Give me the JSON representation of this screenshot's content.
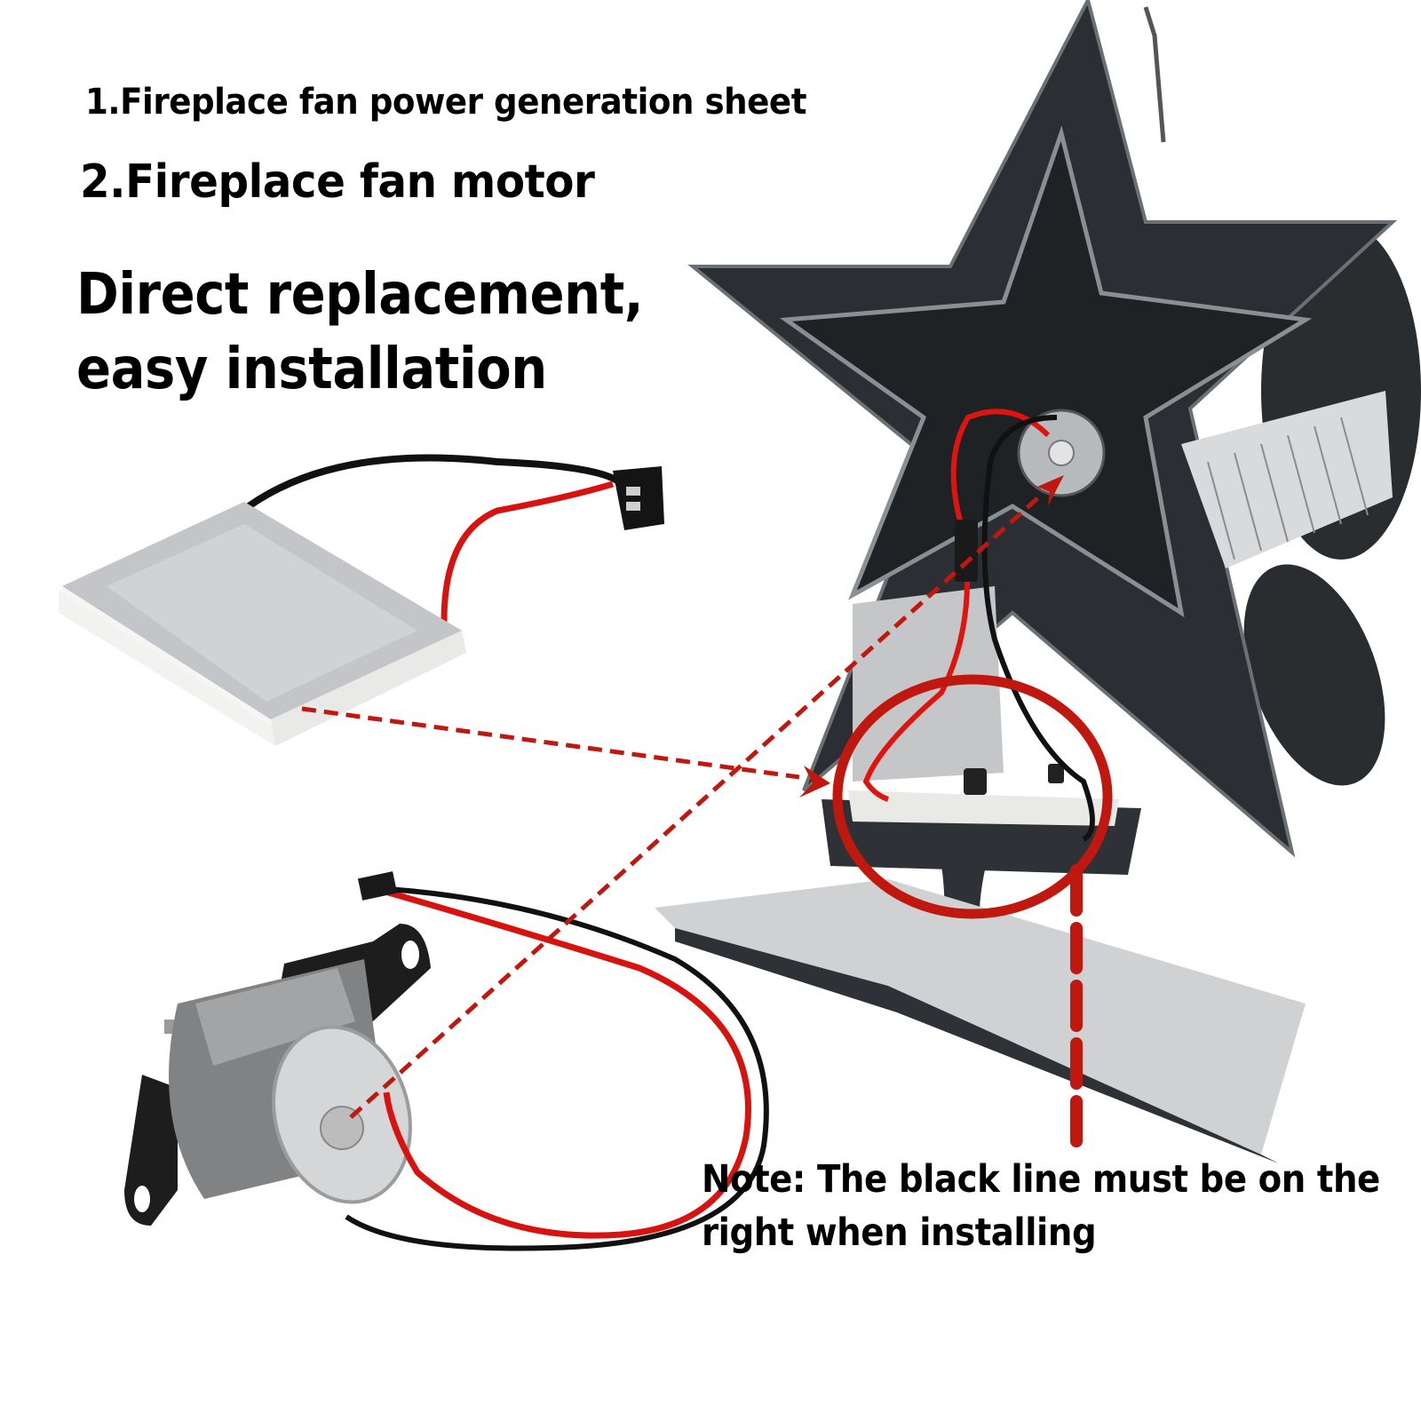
{
  "headings": {
    "item1": "1.Fireplace fan power generation sheet",
    "item2": "2.Fireplace fan motor",
    "tagline": "Direct replacement, easy installation"
  },
  "note": "Note: The black line must be on the right when installing",
  "illustrations": {
    "power_sheet": "thermoelectric-generator-plate-icon",
    "motor": "dc-motor-icon",
    "fan": "star-shaped-fireplace-fan-icon"
  },
  "colors": {
    "annotation_red": "#c0180f",
    "text": "#000000",
    "fan_body": "#2b2f33",
    "aluminium": "#c8cacc",
    "wire_red": "#e0140f",
    "wire_black": "#111111"
  }
}
